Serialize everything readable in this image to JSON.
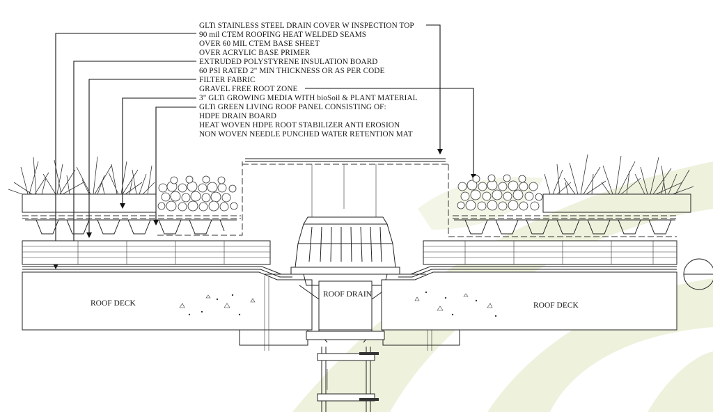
{
  "notes": [
    "GLTi STAINLESS STEEL DRAIN COVER W INSPECTION TOP",
    "90 mil CTEM ROOFING HEAT WELDED SEAMS",
    "OVER 60 MIL CTEM BASE SHEET",
    "OVER ACRYLIC BASE PRIMER",
    "EXTRUDED POLYSTYRENE INSULATION BOARD",
    "60 PSI RATED 2\" MIN THICKNESS OR AS PER CODE",
    "FILTER FABRIC",
    "GRAVEL FREE ROOT ZONE",
    "3\" GLTi GROWING MEDIA WITH bioSoil & PLANT MATERIAL",
    "GLTi GREEN LIVING ROOF PANEL CONSISTING OF:",
    "HDPE DRAIN BOARD",
    "HEAT WOVEN HDPE ROOT STABILIZER ANTI EROSION",
    "NON WOVEN NEEDLE PUNCHED WATER RETENTION MAT"
  ],
  "labels": {
    "roof_deck_left": "ROOF DECK",
    "roof_drain": "ROOF DRAIN",
    "roof_deck_right": "ROOF DECK"
  },
  "watermark": {
    "color": "#eef1dc",
    "icon": "leaf-logo-icon"
  }
}
